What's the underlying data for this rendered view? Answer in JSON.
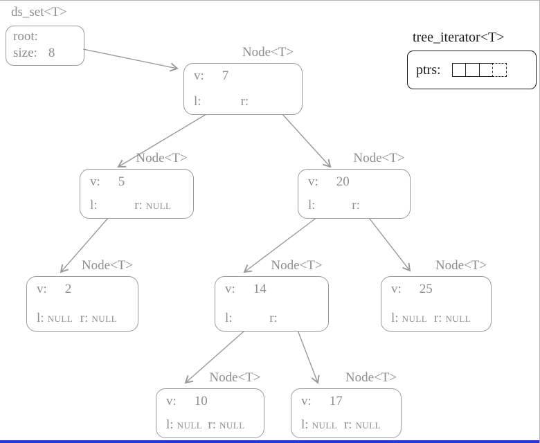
{
  "ds_set": {
    "title": "ds_set<T>",
    "root_label": "root:",
    "size_label": "size:",
    "size_value": "8"
  },
  "iterator": {
    "title": "tree_iterator<T>",
    "ptrs_label": "ptrs:",
    "cell_count": 4,
    "last_cell_style": "dashed"
  },
  "nodes": [
    {
      "title": "Node<T>",
      "v_label": "v:",
      "value": "7",
      "l_label": "l:",
      "l_value": "",
      "r_label": "r:",
      "r_value": ""
    },
    {
      "title": "Node<T>",
      "v_label": "v:",
      "value": "5",
      "l_label": "l:",
      "l_value": "",
      "r_label": "r:",
      "r_value": "NULL"
    },
    {
      "title": "Node<T>",
      "v_label": "v:",
      "value": "20",
      "l_label": "l:",
      "l_value": "",
      "r_label": "r:",
      "r_value": ""
    },
    {
      "title": "Node<T>",
      "v_label": "v:",
      "value": "2",
      "l_label": "l:",
      "l_value": "NULL",
      "r_label": "r:",
      "r_value": "NULL"
    },
    {
      "title": "Node<T>",
      "v_label": "v:",
      "value": "14",
      "l_label": "l:",
      "l_value": "",
      "r_label": "r:",
      "r_value": ""
    },
    {
      "title": "Node<T>",
      "v_label": "v:",
      "value": "25",
      "l_label": "l:",
      "l_value": "NULL",
      "r_label": "r:",
      "r_value": "NULL"
    },
    {
      "title": "Node<T>",
      "v_label": "v:",
      "value": "10",
      "l_label": "l:",
      "l_value": "NULL",
      "r_label": "r:",
      "r_value": "NULL"
    },
    {
      "title": "Node<T>",
      "v_label": "v:",
      "value": "17",
      "l_label": "l:",
      "l_value": "NULL",
      "r_label": "r:",
      "r_value": "NULL"
    }
  ],
  "edges": [
    {
      "from": "ds_set.root",
      "to": "7"
    },
    {
      "from": "7.l",
      "to": "5"
    },
    {
      "from": "7.r",
      "to": "20"
    },
    {
      "from": "5.l",
      "to": "2"
    },
    {
      "from": "20.l",
      "to": "14"
    },
    {
      "from": "20.r",
      "to": "25"
    },
    {
      "from": "14.l",
      "to": "10"
    },
    {
      "from": "14.r",
      "to": "17"
    }
  ],
  "colors": {
    "diagram_gray": "#8e8e8e",
    "node_border": "#9a9a9a",
    "iterator_black": "#1a1a1a",
    "frame_border": "#b5b5b5",
    "bottom_bar": "#2936d6"
  }
}
